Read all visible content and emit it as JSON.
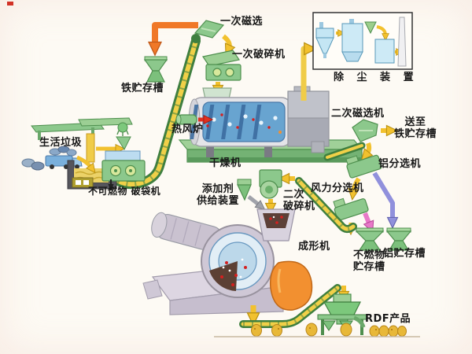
{
  "diagram": {
    "type": "process-flow",
    "labels": {
      "primary_magnetic": "一次磁选",
      "primary_crusher": "一次破碎机",
      "iron_storage": "铁贮存槽",
      "dust_removal": "除 尘 装 置",
      "hot_air_furnace": "热风炉",
      "dryer": "干燥机",
      "secondary_magnetic": "二次磁选机",
      "send_to_iron_storage": "送至\n铁贮存槽",
      "aluminum_sorter": "铝分选机",
      "wind_sorter": "风力分选机",
      "secondary_crusher": "二次\n破碎机",
      "additive_supply": "添加剂\n供给装置",
      "forming_machine": "成形机",
      "noncombustible_storage": "不燃物\n贮存槽",
      "aluminum_storage": "铝贮存槽",
      "rdf_product": "RDF产品",
      "household_waste": "生活垃圾",
      "noncombustible_and_bag_breaker": "不可燃物 破袋机"
    },
    "colors": {
      "machine_green": "#8cc88c",
      "machine_green_dark": "#4e8f4e",
      "conveyor_yellow": "#f0d048",
      "arrow_yellow": "#f2c12e",
      "arrow_orange": "#f07828",
      "arrow_red": "#e03020",
      "arrow_pink": "#e878c8",
      "arrow_purple": "#9090dc",
      "arrow_gray": "#a0a2aa",
      "device_blue": "#c8e8f6",
      "pit_gray": "#55555c",
      "pellet_gold": "#e8b838"
    }
  }
}
